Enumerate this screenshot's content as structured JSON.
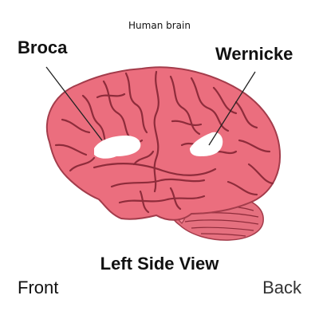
{
  "title": "Human brain",
  "labels": {
    "broca": "Broca",
    "wernicke": "Wernicke"
  },
  "caption": "Left Side View",
  "orientation": {
    "front": "Front",
    "back": "Back"
  },
  "colors": {
    "brain_fill": "#eb6e7e",
    "brain_light": "#f48a97",
    "sulci": "#8e2c3b",
    "outline": "#a33c4b",
    "cerebellum": "#e5707f",
    "area_highlight": "#ffffff",
    "leader_line": "#222222"
  }
}
